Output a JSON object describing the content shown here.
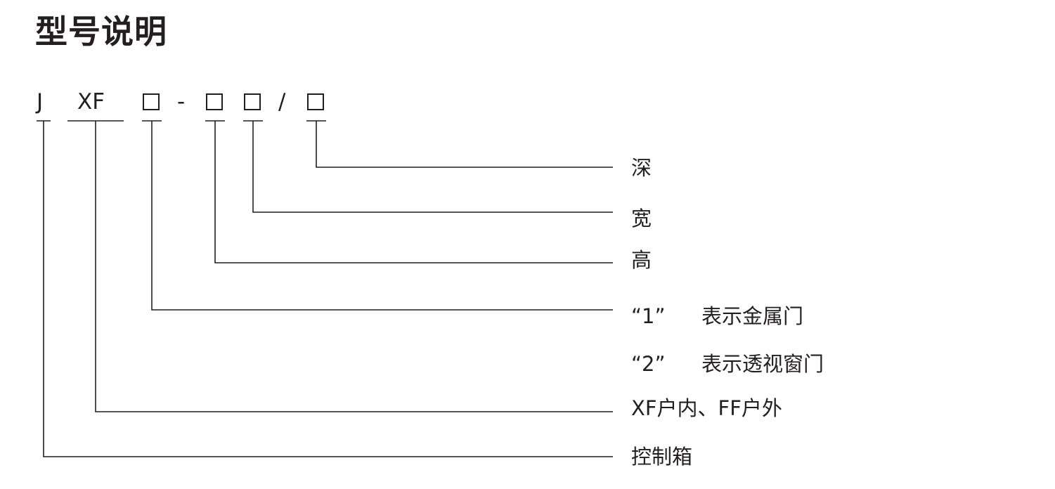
{
  "title": "型号说明",
  "code": {
    "prefix": "J",
    "series": "XF",
    "dash": "-",
    "slash": "/"
  },
  "labels": {
    "depth": "深",
    "width": "宽",
    "height": "高",
    "door_1_code": "“1”",
    "door_1_text": "表示金属门",
    "door_2_code": "“2”",
    "door_2_text": "表示透视窗门",
    "location": "XF户内、FF户外",
    "product": "控制箱"
  }
}
